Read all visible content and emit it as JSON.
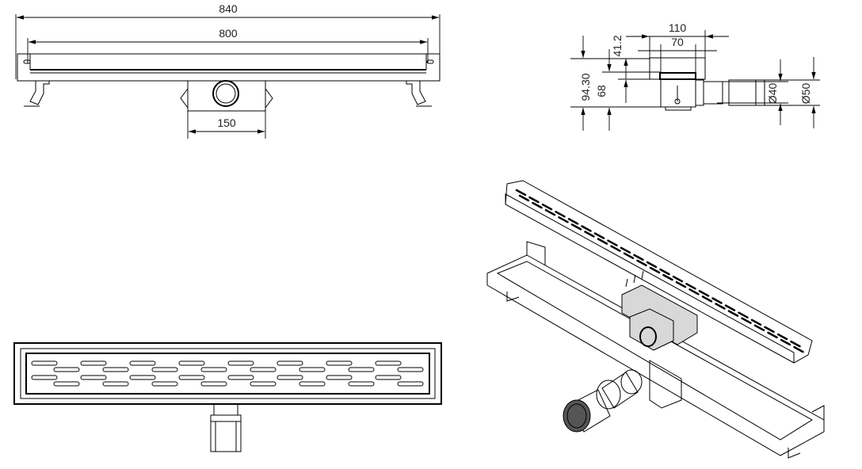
{
  "front_view": {
    "overall_length": "840",
    "grate_length": "800",
    "outlet_width": "150"
  },
  "side_view": {
    "total_width": "110",
    "body_width": "70",
    "top_offset": "41.2",
    "total_height": "94.30",
    "body_height": "68",
    "outlet_diameter_small": "Ø40",
    "outlet_diameter_large": "Ø50"
  }
}
